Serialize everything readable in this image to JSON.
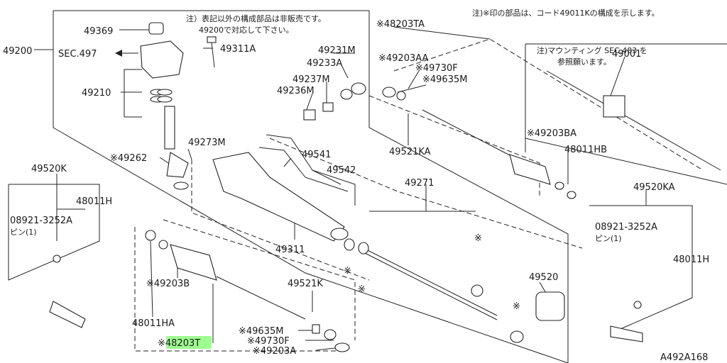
{
  "notes": {
    "top_center_1": "注）表記以外の構成部品は非販売です。",
    "top_center_2": "49200で対応して下さい。",
    "top_right": "注)※印の部品は、コード49011Kの構成を示します。",
    "inset_1": "注)マウンティング SEC.483 を",
    "inset_2": "参照願います。"
  },
  "labels": {
    "l49369": "49369",
    "l49200": "49200",
    "sec497": "SEC.497",
    "l49311A": "49311A",
    "l49210": "49210",
    "l49262": "※49262",
    "l49273M": "49273M",
    "l49231M": "49231M",
    "l49233A": "49233A",
    "l49237M": "49237M",
    "l49236M": "49236M",
    "l49541": "49541",
    "l49542": "49542",
    "l49311": "49311",
    "l48203TA": "※48203TA",
    "l49203AA": "※49203AA",
    "l49730F_top": "※49730F",
    "l49635M_top": "※49635M",
    "l49521KA": "49521KA",
    "l49203BA": "※49203BA",
    "l48011HB": "48011HB",
    "l49001": "49001",
    "l49520K": "49520K",
    "l48011H_left": "48011H",
    "l08921_left": "08921-3252A",
    "pin_left": "ピン(1)",
    "l49271": "49271",
    "l49520KA": "49520KA",
    "l08921_right": "08921-3252A",
    "pin_right": "ピン(1)",
    "l48011H_right": "48011H",
    "l49520": "49520",
    "l49203B": "※49203B",
    "l49521K": "49521K",
    "l48011HA": "48011HA",
    "l49635M_bot": "※49635M",
    "l49730F_bot": "※49730F",
    "l49203A": "※49203A",
    "l48203T": "※48203T",
    "diagram_id": "A492A168"
  },
  "marks": {
    "asterisk": "※"
  }
}
